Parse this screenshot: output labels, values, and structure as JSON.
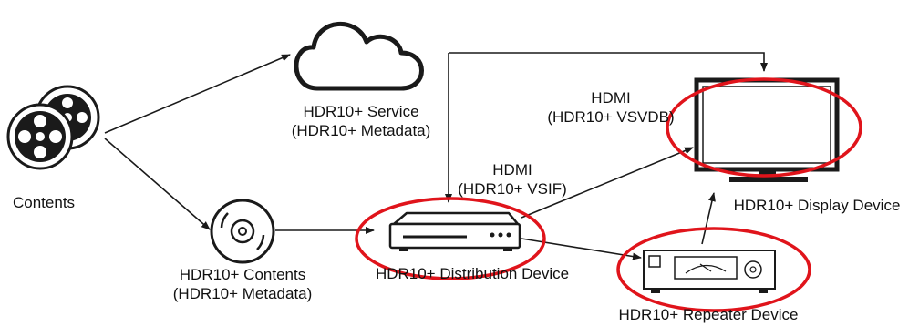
{
  "colors": {
    "highlight": "#e0141b",
    "line": "#1a1a1a",
    "icon": "#1a1a1a",
    "device_fill": "#ffffff"
  },
  "nodes": {
    "contents": {
      "label": "Contents",
      "icon": "film-reels-icon"
    },
    "service": {
      "label_line1": "HDR10+ Service",
      "label_line2": "(HDR10+ Metadata)",
      "icon": "cloud-icon"
    },
    "hdr_contents": {
      "label_line1": "HDR10+ Contents",
      "label_line2": "(HDR10+ Metadata)",
      "icon": "disc-icon"
    },
    "distribution": {
      "label": "HDR10+ Distribution Device",
      "icon": "set-top-box-icon",
      "highlighted": true
    },
    "display": {
      "label": "HDR10+ Display Device",
      "icon": "tv-monitor-icon",
      "highlighted": true
    },
    "repeater": {
      "label": "HDR10+ Repeater Device",
      "icon": "av-receiver-icon",
      "highlighted": true
    }
  },
  "links": {
    "hdmi_vsif": {
      "line1": "HDMI",
      "line2": "(HDR10+ VSIF)"
    },
    "hdmi_vsvdb": {
      "line1": "HDMI",
      "line2": "(HDR10+ VSVDB)"
    }
  }
}
